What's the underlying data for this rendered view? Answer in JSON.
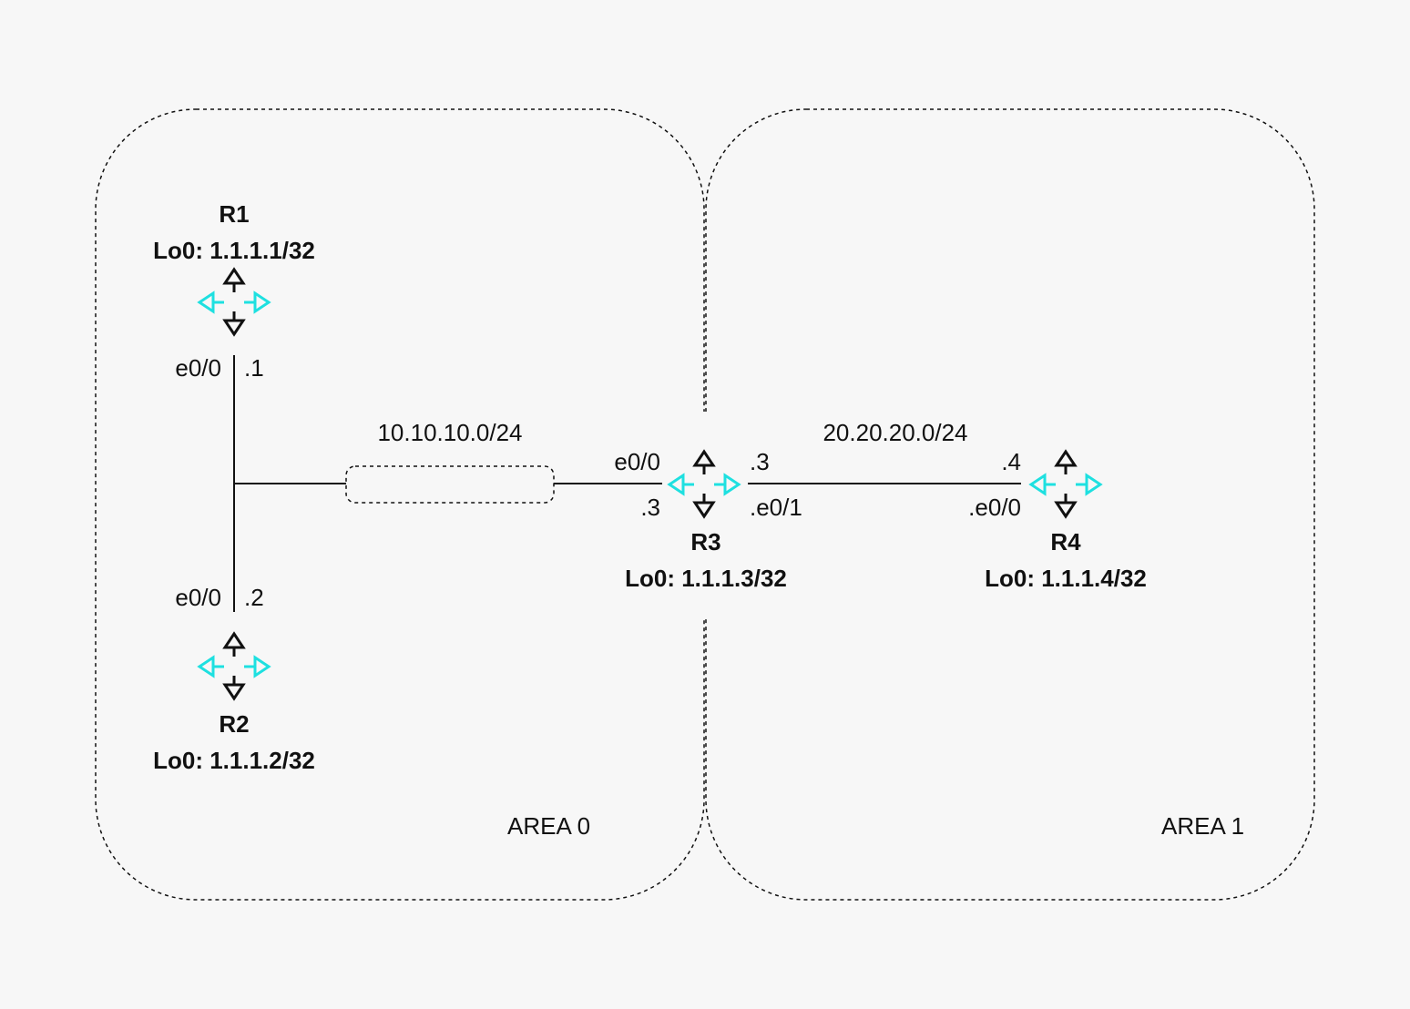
{
  "areas": [
    {
      "label": "AREA 0"
    },
    {
      "label": "AREA 1"
    }
  ],
  "routers": [
    {
      "name": "R1",
      "loopback": "Lo0: 1.1.1.1/32",
      "icon": "router-icon"
    },
    {
      "name": "R2",
      "loopback": "Lo0: 1.1.1.2/32",
      "icon": "router-icon"
    },
    {
      "name": "R3",
      "loopback": "Lo0: 1.1.1.3/32",
      "icon": "router-icon"
    },
    {
      "name": "R4",
      "loopback": "Lo0: 1.1.1.4/32",
      "icon": "router-icon"
    }
  ],
  "networks": [
    {
      "label": "10.10.10.0/24"
    },
    {
      "label": "20.20.20.0/24"
    }
  ],
  "interfaces": {
    "r1_if": "e0/0",
    "r1_ip": ".1",
    "r2_if": "e0/0",
    "r2_ip": ".2",
    "r3_if0": "e0/0",
    "r3_ip0": ".3",
    "r3_ip1": ".3",
    "r3_if1": ".e0/1",
    "r4_ip": ".4",
    "r4_if": ".e0/0"
  },
  "colors": {
    "accent": "#1ee0e0",
    "line": "#111111",
    "background": "#f7f7f7"
  }
}
